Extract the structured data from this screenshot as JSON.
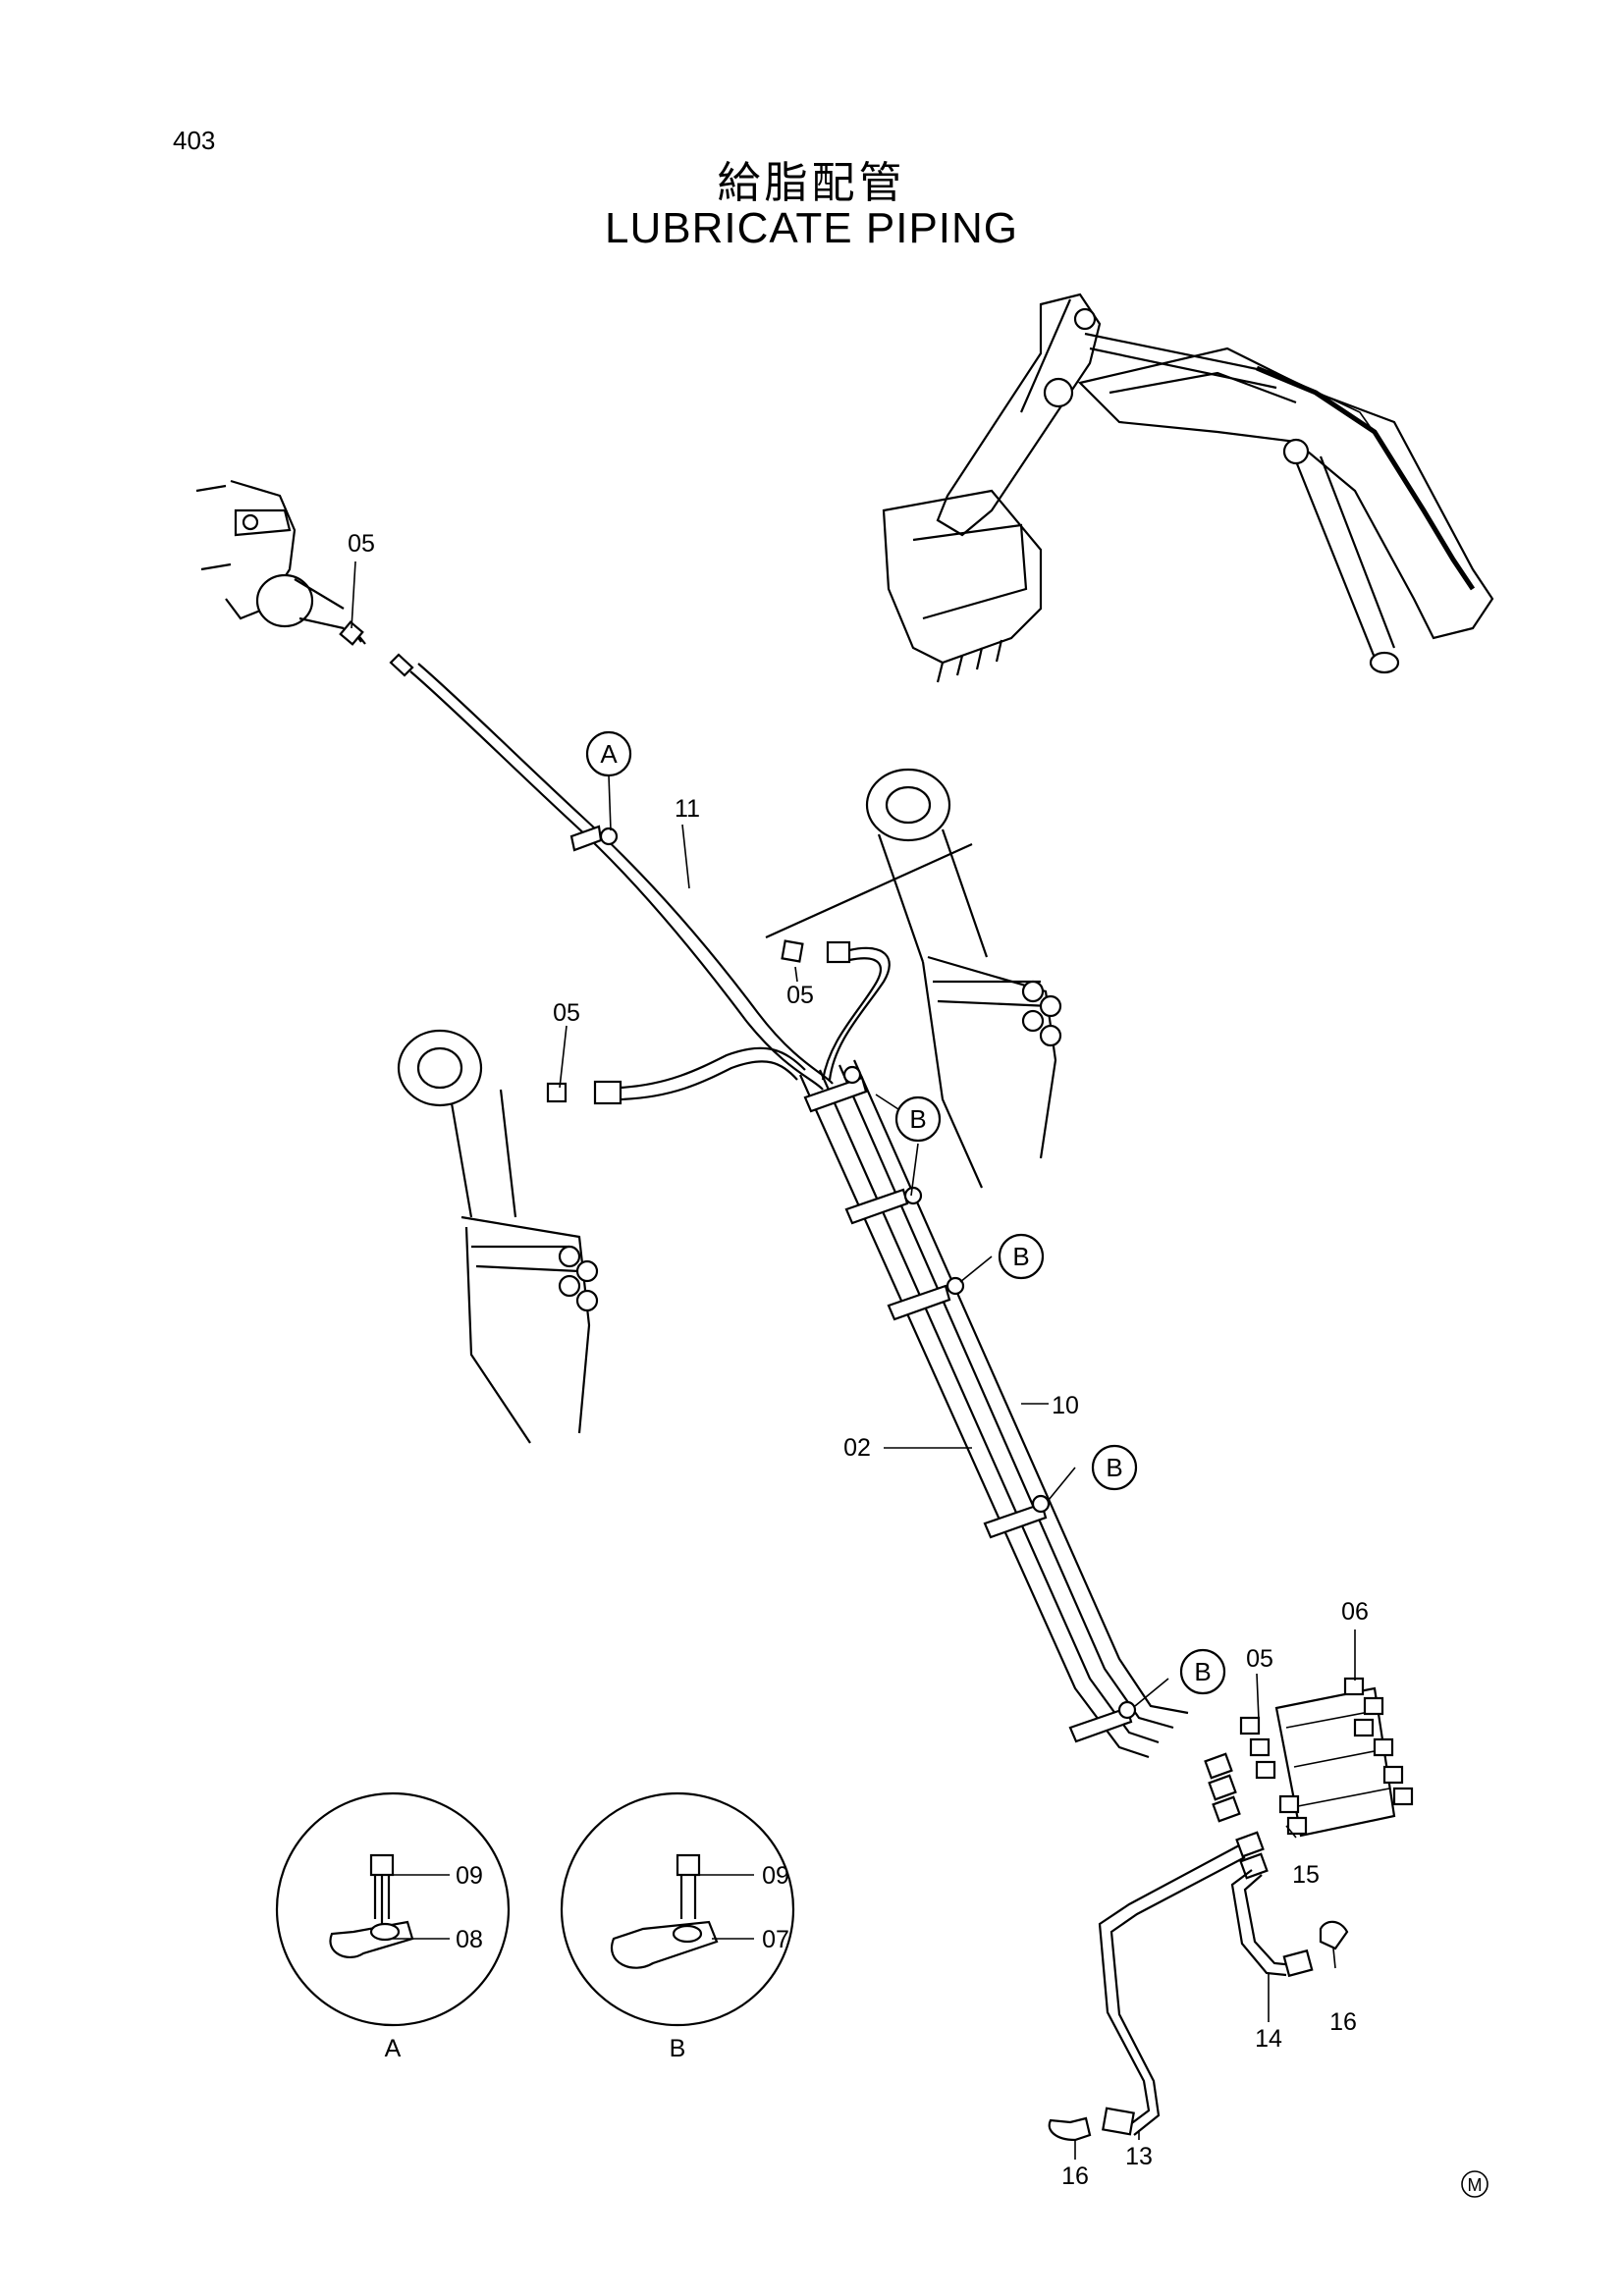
{
  "page_number": "403",
  "title_jp": "給脂配管",
  "title_en": "LUBRICATE PIPING",
  "callouts": {
    "a": "A",
    "b": "B"
  },
  "part_labels": {
    "p05": "05",
    "p11": "11",
    "p10": "10",
    "p02": "02",
    "p06": "06",
    "p15": "15",
    "p14": "14",
    "p16": "16",
    "p13": "13",
    "p09": "09",
    "p08": "08",
    "p07": "07"
  },
  "detail_labels": {
    "a": "A",
    "b": "B"
  },
  "corner_mark": "M"
}
